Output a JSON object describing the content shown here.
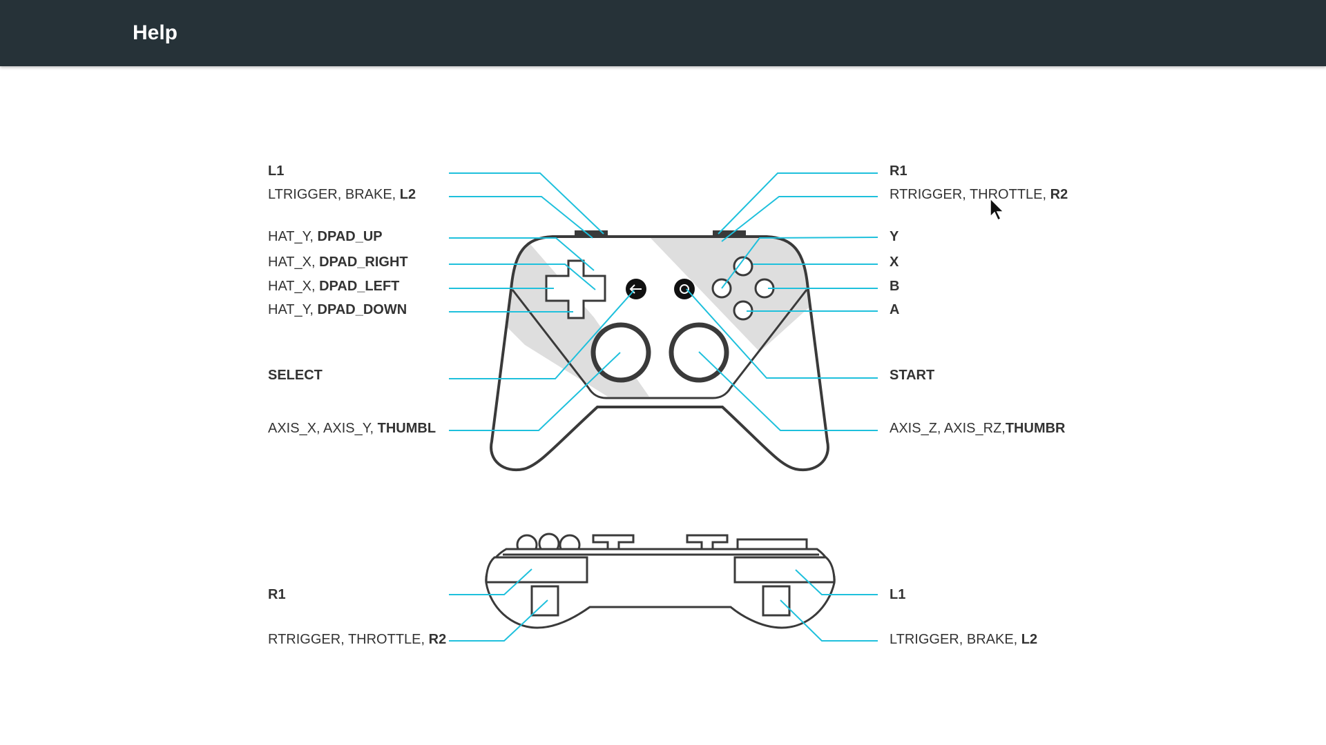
{
  "app_bar": {
    "title": "Help"
  },
  "controller_front": {
    "left_labels": [
      {
        "name": "label-l1",
        "plain": "",
        "bold": "L1"
      },
      {
        "name": "label-ltrigger",
        "plain": "LTRIGGER, BRAKE, ",
        "bold": "L2"
      },
      {
        "name": "label-dpad-up",
        "plain": "HAT_Y, ",
        "bold": "DPAD_UP"
      },
      {
        "name": "label-dpad-right",
        "plain": "HAT_X, ",
        "bold": "DPAD_RIGHT"
      },
      {
        "name": "label-dpad-left",
        "plain": "HAT_X, ",
        "bold": "DPAD_LEFT"
      },
      {
        "name": "label-dpad-down",
        "plain": "HAT_Y, ",
        "bold": "DPAD_DOWN"
      },
      {
        "name": "label-select",
        "plain": "",
        "bold": "SELECT"
      },
      {
        "name": "label-thumbl",
        "plain": "AXIS_X, AXIS_Y, ",
        "bold": "THUMBL"
      }
    ],
    "right_labels": [
      {
        "name": "label-r1",
        "plain": "",
        "bold": "R1"
      },
      {
        "name": "label-rtrigger",
        "plain": "RTRIGGER, THROTTLE, ",
        "bold": "R2"
      },
      {
        "name": "label-y",
        "plain": "",
        "bold": "Y"
      },
      {
        "name": "label-x",
        "plain": "",
        "bold": "X"
      },
      {
        "name": "label-b",
        "plain": "",
        "bold": "B"
      },
      {
        "name": "label-a",
        "plain": "",
        "bold": "A"
      },
      {
        "name": "label-start",
        "plain": "",
        "bold": "START"
      },
      {
        "name": "label-thumbr",
        "plain": "AXIS_Z, AXIS_RZ,",
        "bold": "THUMBR"
      }
    ]
  },
  "controller_back": {
    "left_labels": [
      {
        "name": "label-back-r1",
        "plain": "",
        "bold": "R1"
      },
      {
        "name": "label-back-rtrigger",
        "plain": "RTRIGGER, THROTTLE, ",
        "bold": "R2"
      }
    ],
    "right_labels": [
      {
        "name": "label-back-l1",
        "plain": "",
        "bold": "L1"
      },
      {
        "name": "label-back-ltrigger",
        "plain": "LTRIGGER, BRAKE, ",
        "bold": "L2"
      }
    ]
  },
  "colors": {
    "app_bar": "#263238",
    "leader_line": "#1ec0dc",
    "outline": "#3a3a3a",
    "panel": "#dedede"
  }
}
